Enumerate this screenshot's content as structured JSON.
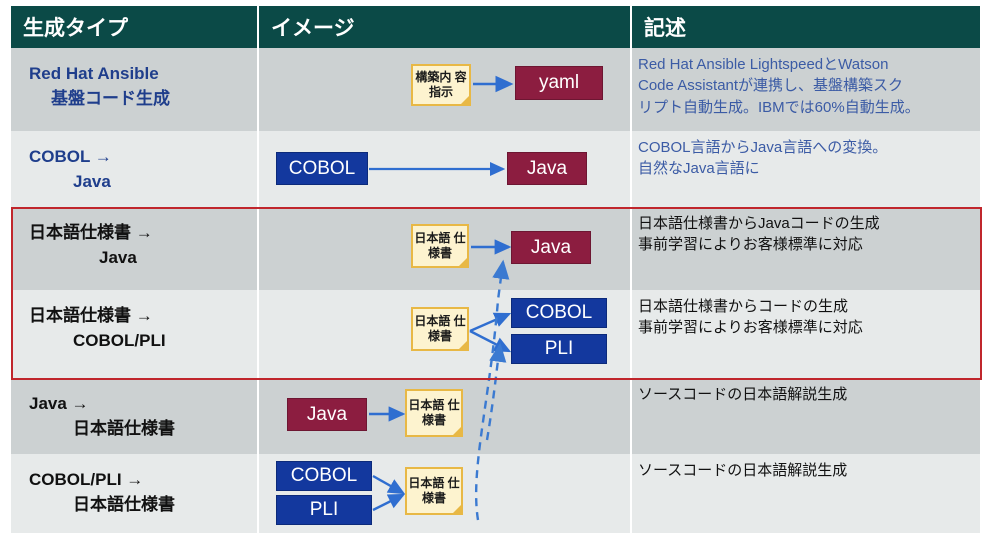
{
  "header": {
    "columns": [
      "生成タイプ",
      "イメージ",
      "記述"
    ],
    "bg_color": "#0b4a47"
  },
  "colors": {
    "header_bg": "#0b4a47",
    "row_odd": "#ccd1d2",
    "row_even": "#e7eaea",
    "label_blue": "#1f3e8c",
    "desc_blue": "#3b5ba5",
    "box_blue": "#13389e",
    "box_red": "#8c1d40",
    "note_fill": "#fdf3cf",
    "note_border": "#e8b845",
    "arrow_blue": "#2f6ed0",
    "highlight_border": "#c0262c"
  },
  "rows": [
    {
      "type_line1": "Red Hat Ansible",
      "type_line2": "基盤コード生成",
      "type_color": "blue",
      "desc": "Red Hat Ansible LightspeedとWatson\nCode Assistantが連携し、基盤構築スク\nリプト自動生成。IBMでは60%自動生成。",
      "desc_color": "blue",
      "diagram": {
        "note": "構築内\n容指示",
        "target": "yaml",
        "target_style": "red"
      }
    },
    {
      "type_line1": "COBOL →",
      "type_line2": "Java",
      "type_color": "blue",
      "desc": "COBOL言語からJava言語への変換。\n自然なJava言語に",
      "desc_color": "blue",
      "diagram": {
        "source": "COBOL",
        "source_style": "blue",
        "target": "Java",
        "target_style": "red"
      }
    },
    {
      "type_line1": "日本語仕様書 →",
      "type_line2": "Java",
      "type_color": "black",
      "desc": "日本語仕様書からJavaコードの生成\n事前学習によりお客様標準に対応",
      "desc_color": "black",
      "highlighted": true,
      "diagram": {
        "note": "日本語\n仕様書",
        "target": "Java",
        "target_style": "red"
      }
    },
    {
      "type_line1": "日本語仕様書 →",
      "type_line2": "COBOL/PLI",
      "type_color": "black",
      "desc": "日本語仕様書からコードの生成\n事前学習によりお客様標準に対応",
      "desc_color": "black",
      "highlighted": true,
      "diagram": {
        "note": "日本語\n仕様書",
        "target1": "COBOL",
        "target2": "PLI",
        "target_style": "blue"
      }
    },
    {
      "type_line1": "Java →",
      "type_line2": "日本語仕様書",
      "type_color": "black",
      "desc": "ソースコードの日本語解説生成",
      "desc_color": "black",
      "diagram": {
        "source": "Java",
        "source_style": "red",
        "note": "日本語\n仕様書"
      }
    },
    {
      "type_line1": "COBOL/PLI →",
      "type_line2": "日本語仕様書",
      "type_color": "black",
      "desc": "ソースコードの日本語解説生成",
      "desc_color": "black",
      "diagram": {
        "source1": "COBOL",
        "source2": "PLI",
        "source_style": "blue",
        "note": "日本語\n仕様書"
      }
    }
  ]
}
